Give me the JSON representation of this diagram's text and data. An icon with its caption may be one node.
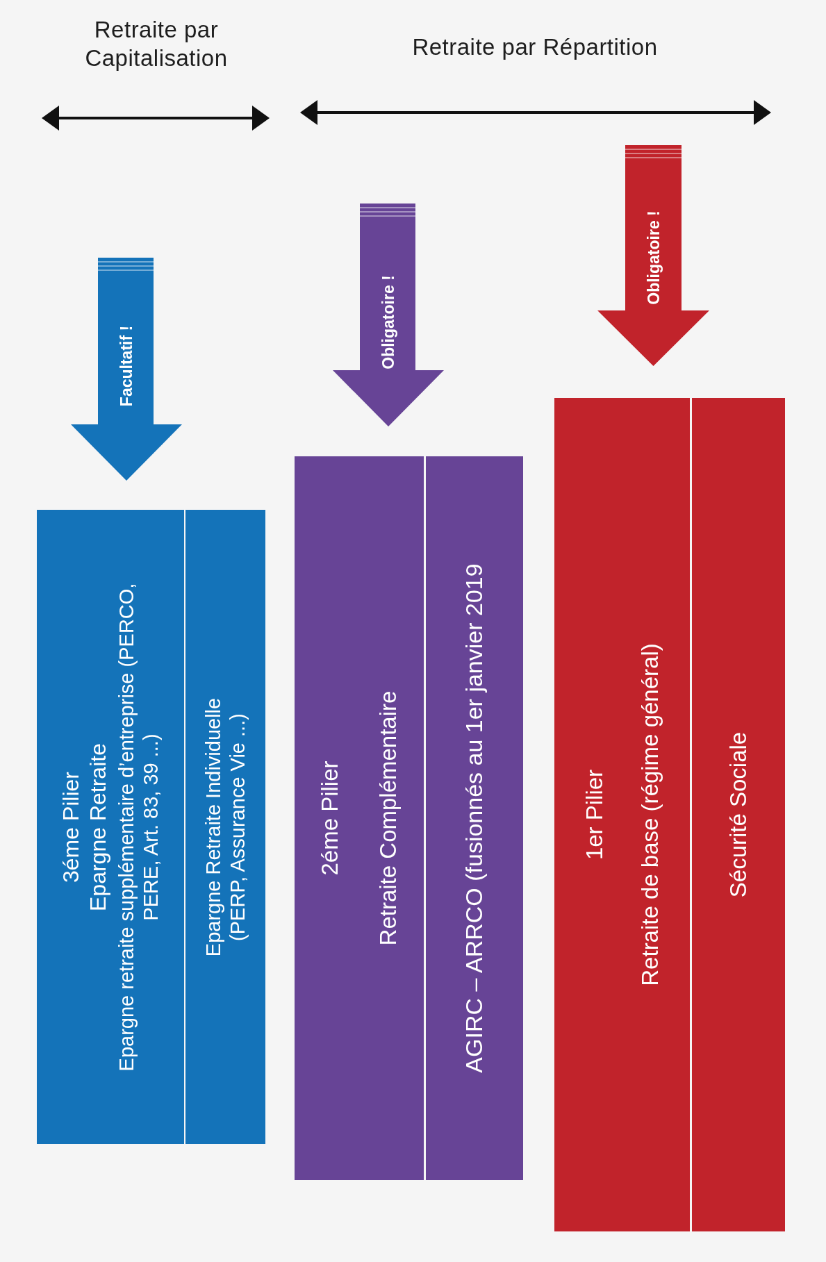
{
  "diagram": {
    "nodes": [
      {
        "text": [
          "Facultatif !"
        ]
      },
      {
        "text": [
          "3éme Pilier",
          "Epargne Retraite",
          "Epargne retraite supplémentaire d’entreprise (PERCO, PERE, Art. 83, 39 ...)"
        ]
      },
      {
        "text": [
          "Epargne Retraite Individuelle (PERP, Assurance Vie ...)"
        ]
      },
      {
        "text": [
          "Obligatoire !"
        ]
      },
      {
        "text": [
          "2éme Pilier",
          "Retraite Complémentaire"
        ]
      },
      {
        "text": [
          "AGIRC – ARRCO (fusionnés au 1er janvier 2019"
        ]
      },
      {
        "text": [
          "Obligatoire !"
        ]
      },
      {
        "text": [
          "1er Pilier",
          "Retraite de base (régime général)"
        ]
      },
      {
        "text": [
          "Sécurité Sociale"
        ]
      }
    ],
    "labels": [
      "Retraite par Capitalisation",
      "Retraite par Répartition"
    ]
  }
}
